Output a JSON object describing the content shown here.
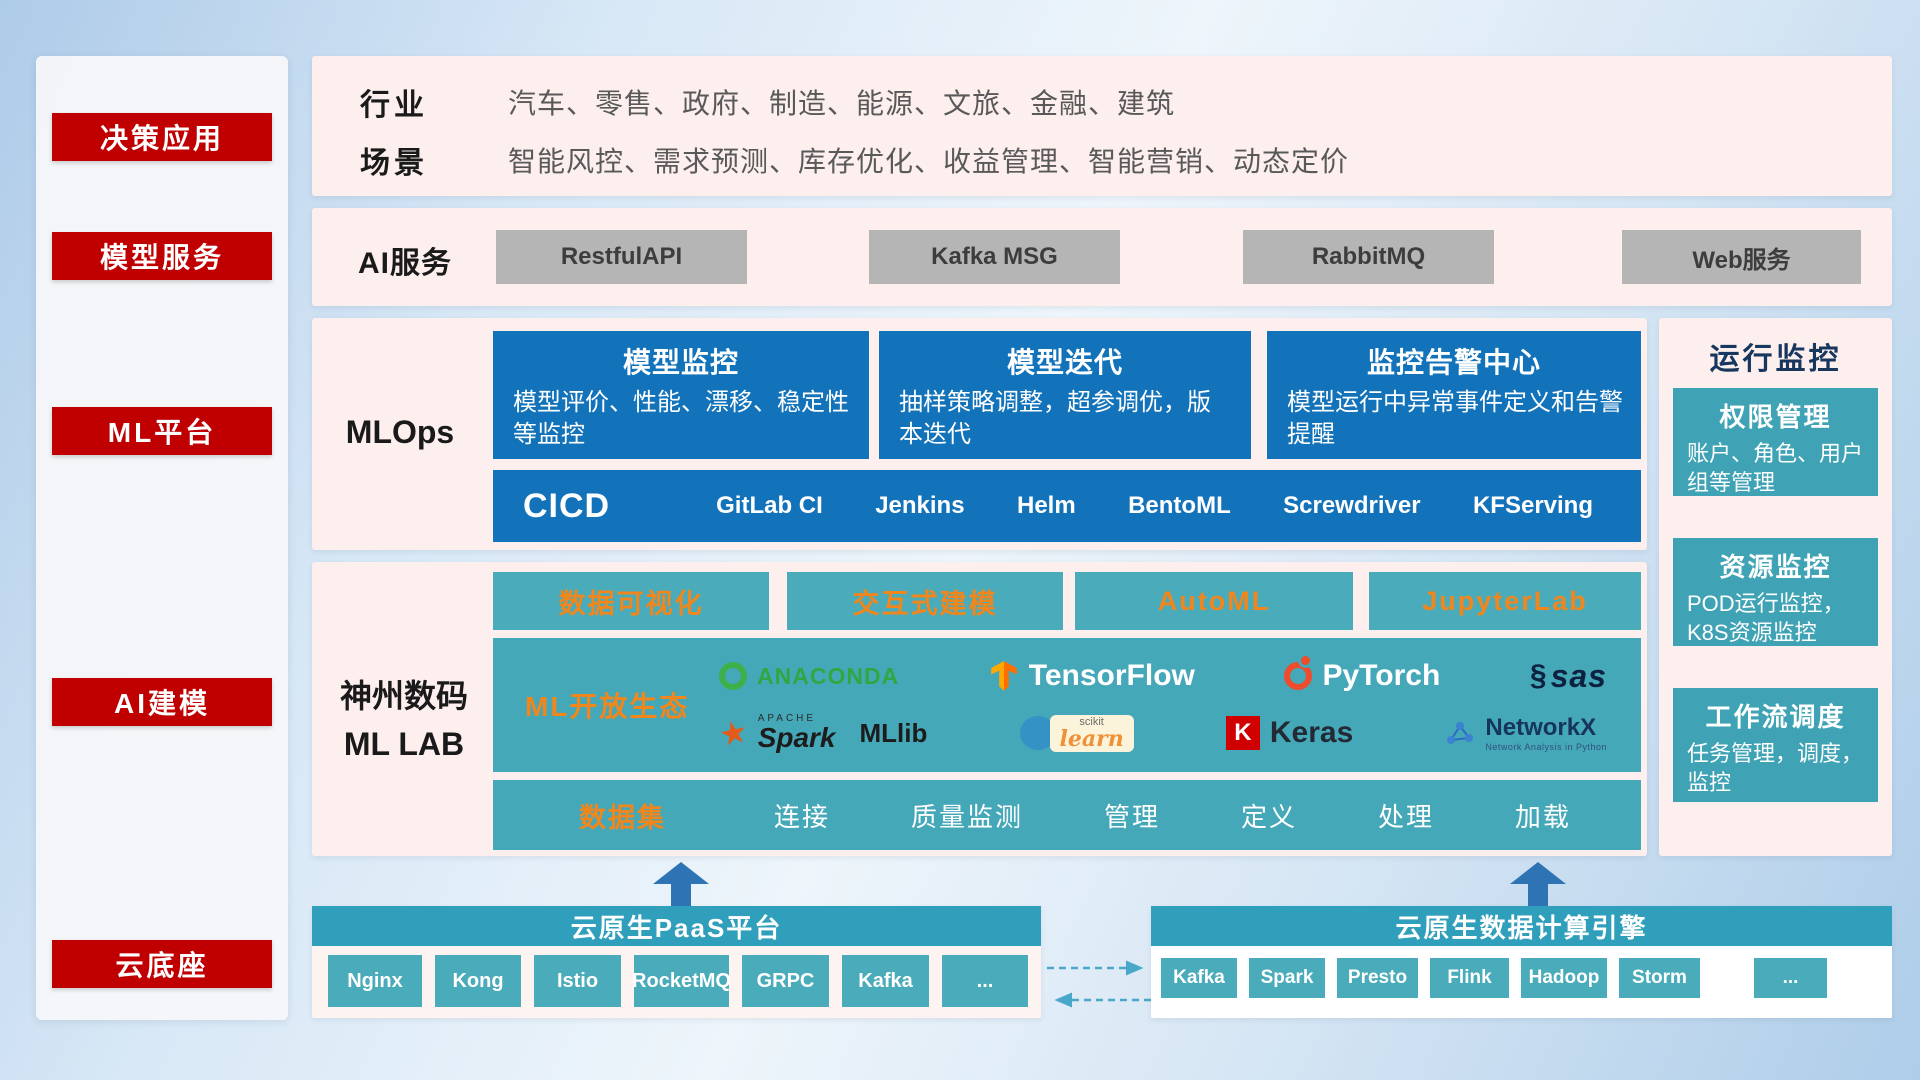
{
  "colors": {
    "accent_red": "#c00000",
    "panel_pink": "#fcefed",
    "primary_blue": "#1373ba",
    "teal": "#45a8b8",
    "orange": "#f0861c"
  },
  "sidebar": {
    "badges": [
      "决策应用",
      "模型服务",
      "ML平台",
      "AI建模",
      "云底座"
    ]
  },
  "industry_row": {
    "industry_label": "行业",
    "industries": "汽车、零售、政府、制造、能源、文旅、金融、建筑",
    "scene_label": "场景",
    "scenes": "智能风控、需求预测、库存优化、收益管理、智能营销、动态定价"
  },
  "ai_service_row": {
    "label": "AI服务",
    "services": [
      "RestfulAPI",
      "Kafka MSG",
      "RabbitMQ",
      "Web服务"
    ]
  },
  "mlops": {
    "label": "MLOps",
    "cards": [
      {
        "title": "模型监控",
        "desc": "模型评价、性能、漂移、稳定性等监控"
      },
      {
        "title": "模型迭代",
        "desc": "抽样策略调整，超参调优，版本迭代"
      },
      {
        "title": "监控告警中心",
        "desc": "模型运行中异常事件定义和告警提醒"
      }
    ],
    "cicd": {
      "label": "CICD",
      "tools": [
        "GitLab CI",
        "Jenkins",
        "Helm",
        "BentoML",
        "Screwdriver",
        "KFServing"
      ]
    }
  },
  "monitor": {
    "title": "运行监控",
    "cards": [
      {
        "title": "权限管理",
        "desc": "账户、角色、用户组等管理"
      },
      {
        "title": "资源监控",
        "desc": "POD运行监控，K8S资源监控"
      },
      {
        "title": "工作流调度",
        "desc": "任务管理，调度，监控"
      }
    ]
  },
  "mllab": {
    "label_line1": "神州数码",
    "label_line2": "ML LAB",
    "tools": [
      "数据可视化",
      "交互式建模",
      "AutoML",
      "JupyterLab"
    ],
    "ecosystem": {
      "label": "ML开放生态",
      "logos": {
        "anaconda": {
          "name": "ANACONDA"
        },
        "tensorflow": {
          "name": "TensorFlow"
        },
        "pytorch": {
          "name": "PyTorch"
        },
        "sas": {
          "icon": "§",
          "name": "sas"
        },
        "spark": {
          "icon": "★",
          "apache": "APACHE",
          "name": "Spark",
          "suffix": "MLlib"
        },
        "scikit_learn": {
          "top": "scikit",
          "name": "learn"
        },
        "keras": {
          "initial": "K",
          "name": "Keras"
        },
        "networkx": {
          "name": "NetworkX",
          "sub": "Network Analysis in Python"
        }
      }
    },
    "dataset": {
      "label": "数据集",
      "steps": [
        "连接",
        "质量监测",
        "管理",
        "定义",
        "处理",
        "加载"
      ]
    }
  },
  "cloud": {
    "paas": {
      "title": "云原生PaaS平台",
      "items": [
        "Nginx",
        "Kong",
        "Istio",
        "RocketMQ",
        "GRPC",
        "Kafka",
        "..."
      ]
    },
    "engine": {
      "title": "云原生数据计算引擎",
      "items": [
        "Kafka",
        "Spark",
        "Presto",
        "Flink",
        "Hadoop",
        "Storm",
        "..."
      ]
    }
  }
}
